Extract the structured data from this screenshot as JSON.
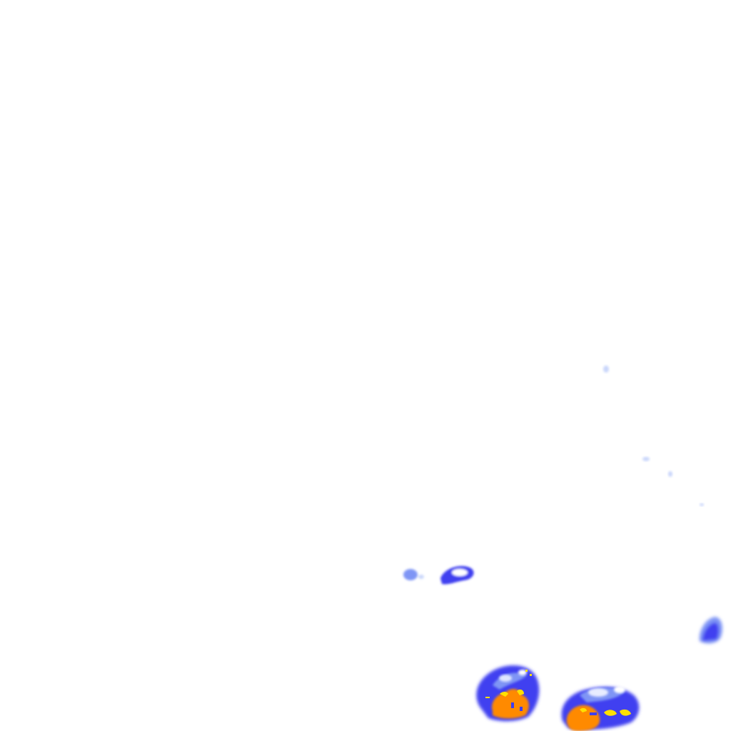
{
  "map": {
    "kind": "precipitation-radar-overlay",
    "background": "#ffffff",
    "palette": {
      "very_light": "#c9d6fb",
      "light": "#7f95f5",
      "moderate": "#3f3ff0",
      "heavy": "#2a1ee6",
      "intense": "#ff8a00",
      "very_intense": "#ffe000"
    },
    "cells": [
      {
        "name": "speck-a",
        "intensity": "very_light"
      },
      {
        "name": "speck-b",
        "intensity": "very_light"
      },
      {
        "name": "speck-c",
        "intensity": "very_light"
      },
      {
        "name": "speck-d",
        "intensity": "very_light"
      },
      {
        "name": "cell-west-small",
        "intensity": "light"
      },
      {
        "name": "cell-west-band",
        "intensity": "moderate"
      },
      {
        "name": "cell-east-edge",
        "intensity": "moderate"
      },
      {
        "name": "storm-southwest",
        "intensity": "very_intense"
      },
      {
        "name": "storm-southeast",
        "intensity": "very_intense"
      }
    ]
  }
}
